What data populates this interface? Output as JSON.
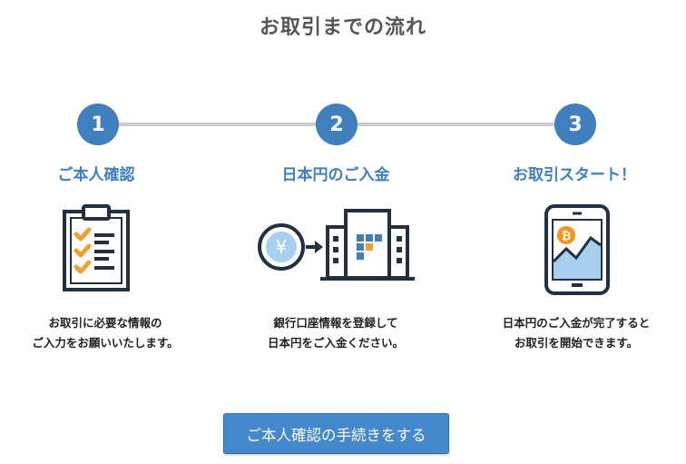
{
  "page": {
    "title": "お取引までの流れ"
  },
  "steps": [
    {
      "number": "1",
      "title": "ご本人確認",
      "desc_line1": "お取引に必要な情報の",
      "desc_line2": "ご入力をお願いいたします。",
      "icon": "clipboard-checklist-icon"
    },
    {
      "number": "2",
      "title": "日本円のご入金",
      "desc_line1": "銀行口座情報を登録して",
      "desc_line2": "日本円をご入金ください。",
      "icon": "yen-to-bank-icon",
      "icon_symbol": "¥"
    },
    {
      "number": "3",
      "title": "お取引スタート！",
      "desc_line1": "日本円のご入金が完了すると",
      "desc_line2": "お取引を開始できます。",
      "icon": "tablet-bitcoin-chart-icon",
      "icon_symbol": "₿"
    }
  ],
  "cta": {
    "label": "ご本人確認の手続きをする"
  },
  "colors": {
    "accent": "#3f7fbd",
    "button": "#4389cc",
    "line": "#cccccc",
    "check": "#f0a030",
    "bitcoin": "#f7931a",
    "chart": "#a9cfee"
  }
}
